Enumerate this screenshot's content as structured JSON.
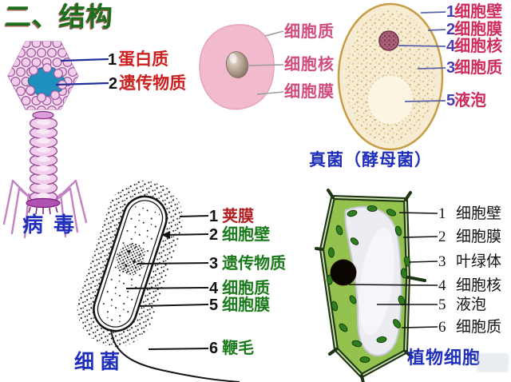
{
  "slide": {
    "title": "二、结构"
  },
  "virus": {
    "caption": "病毒",
    "labels": [
      {
        "num": "1",
        "text": "蛋白质"
      },
      {
        "num": "2",
        "text": "遗传物质"
      }
    ]
  },
  "animal_cell": {
    "labels": [
      {
        "text": "细胞质"
      },
      {
        "text": "细胞核"
      },
      {
        "text": "细胞膜"
      }
    ]
  },
  "yeast": {
    "caption": "真菌（酵母菌）",
    "labels": [
      {
        "num": "1",
        "text": "细胞壁"
      },
      {
        "num": "2",
        "text": "细胞膜"
      },
      {
        "num": "4",
        "text": "细胞核"
      },
      {
        "num": "3",
        "text": "细胞质"
      },
      {
        "num": "5",
        "text": "液泡"
      }
    ]
  },
  "bacterium": {
    "caption": "细菌",
    "labels": [
      {
        "num": "1",
        "text": "荚膜"
      },
      {
        "num": "2",
        "text": "细胞壁"
      },
      {
        "num": "3",
        "text": "遗传物质"
      },
      {
        "num": "4",
        "text": "细胞质"
      },
      {
        "num": "5",
        "text": "细胞膜"
      },
      {
        "num": "6",
        "text": "鞭毛"
      }
    ]
  },
  "plant_cell": {
    "caption": "植物细胞",
    "labels": [
      {
        "num": "1",
        "text": "细胞壁"
      },
      {
        "num": "2",
        "text": "细胞膜"
      },
      {
        "num": "3",
        "text": "叶绿体"
      },
      {
        "num": "4",
        "text": "细胞核"
      },
      {
        "num": "5",
        "text": "液泡"
      },
      {
        "num": "6",
        "text": "细胞质"
      }
    ]
  },
  "colors": {
    "title_green": "#1b6e1b",
    "caption_blue": "#1f2fbc",
    "virus_label_red": "#cc1f1f",
    "animal_label_pink": "#d14b7d",
    "yeast_label_crimson": "#ce2c5c",
    "yeast_number_blue": "#4b3db0",
    "bacterium_label_green": "#1a7a1a",
    "capsule_label_red": "#b02020",
    "virus_capsid_pink": "#f3cde9",
    "virus_dna_blue": "#1f8fbe",
    "plant_cytoplasm_green": "#94c24f"
  }
}
